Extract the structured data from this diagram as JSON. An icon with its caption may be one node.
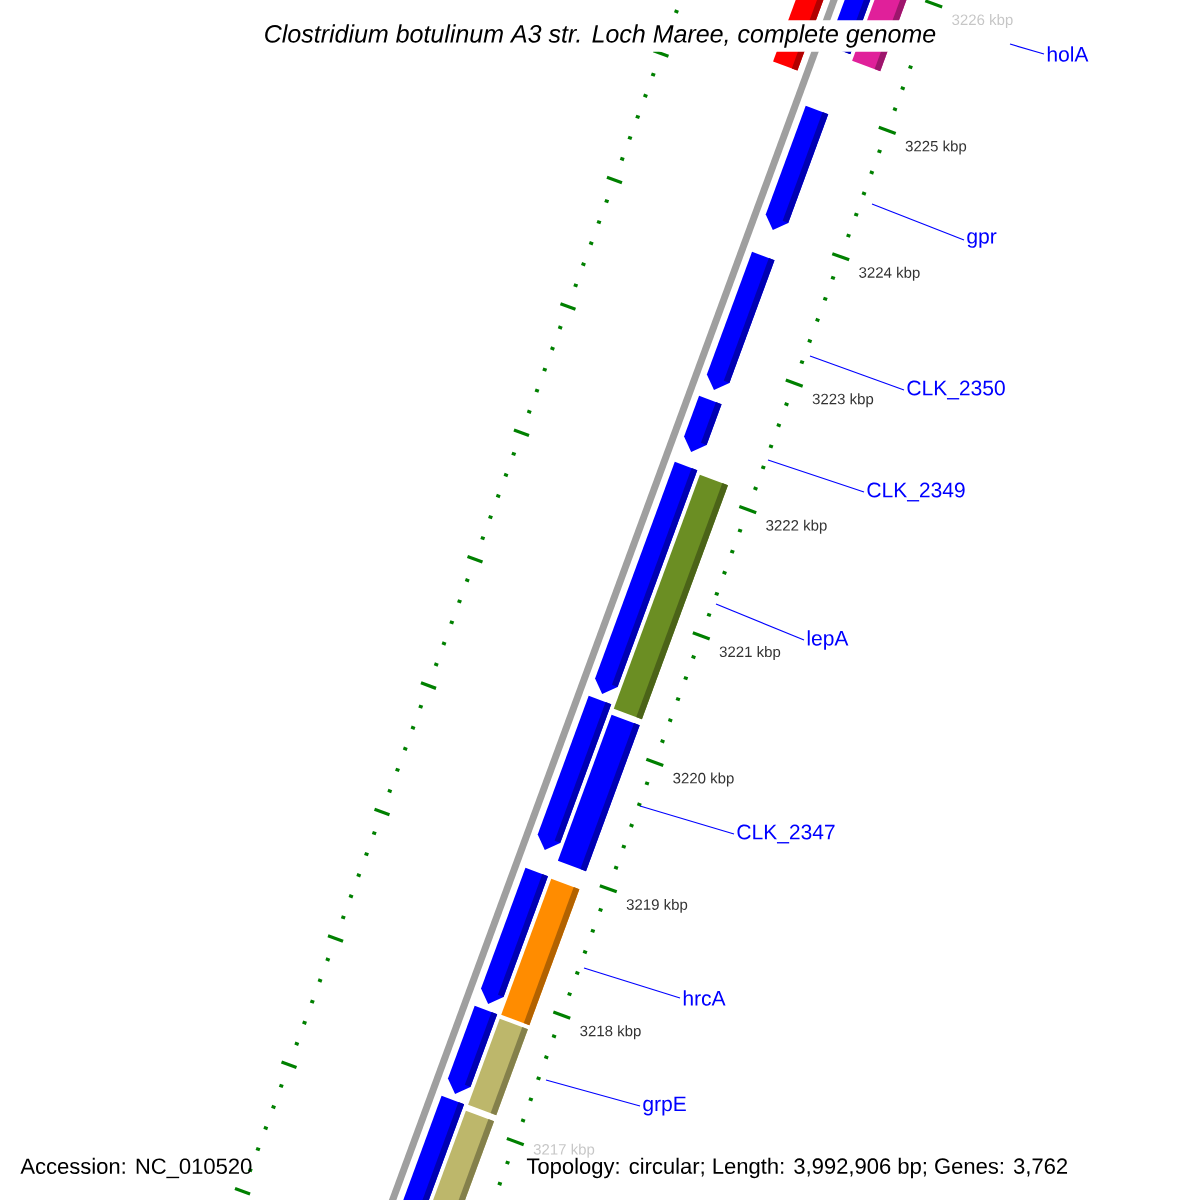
{
  "diagram": {
    "title": "Clostridium botulinum A3 str. Loch Maree, complete genome",
    "nodes": [
      {
        "text": [
          "holA"
        ]
      },
      {
        "text": [
          "gpr"
        ]
      },
      {
        "text": [
          "CLK_2350"
        ]
      },
      {
        "text": [
          "CLK_2349"
        ]
      },
      {
        "text": [
          "lepA"
        ]
      },
      {
        "text": [
          "CLK_2347"
        ]
      },
      {
        "text": [
          "hrcA"
        ]
      },
      {
        "text": [
          "grpE"
        ]
      }
    ],
    "edges": [
      {
        "from": 0,
        "to": null,
        "arrow": "none"
      },
      {
        "from": 1,
        "to": null,
        "arrow": "none"
      },
      {
        "from": 2,
        "to": null,
        "arrow": "none"
      },
      {
        "from": 3,
        "to": null,
        "arrow": "none"
      },
      {
        "from": 4,
        "to": null,
        "arrow": "none"
      },
      {
        "from": 5,
        "to": null,
        "arrow": "none"
      },
      {
        "from": 6,
        "to": null,
        "arrow": "none"
      },
      {
        "from": 7,
        "to": null,
        "arrow": "none"
      }
    ],
    "labels": [
      "3226 kbp",
      "3225 kbp",
      "3224 kbp",
      "3223 kbp",
      "3222 kbp",
      "3221 kbp",
      "3220 kbp",
      "3219 kbp",
      "3218 kbp",
      "3217 kbp",
      "Accession: NC_010520",
      "Topology: circular; Length: 3,992,906 bp; Genes: 3,762"
    ]
  }
}
